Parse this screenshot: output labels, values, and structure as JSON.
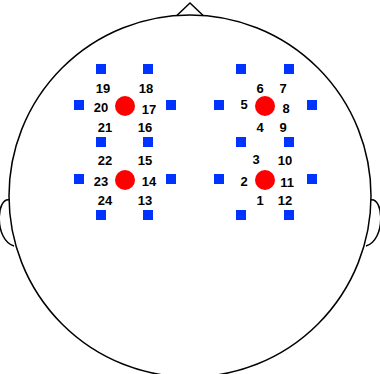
{
  "diagram": {
    "labels": [
      "19",
      "18",
      "20",
      "17",
      "21",
      "16",
      "22",
      "15",
      "23",
      "14",
      "24",
      "13",
      "6",
      "7",
      "5",
      "8",
      "4",
      "9",
      "3",
      "10",
      "2",
      "11",
      "1",
      "12"
    ]
  }
}
